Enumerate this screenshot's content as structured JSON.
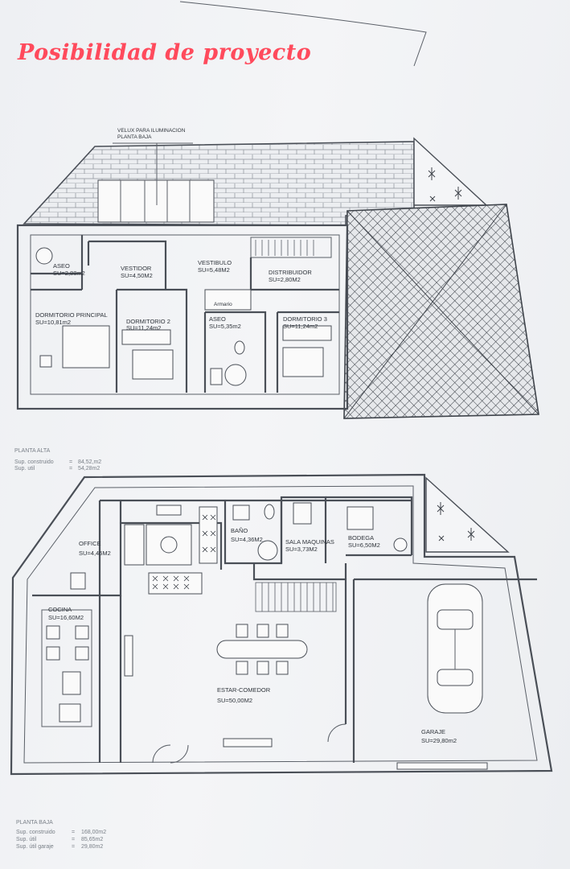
{
  "title": "Posibilidad de proyecto",
  "upper_plan": {
    "velux_note_line1": "VELUX PARA ILUMINACION",
    "velux_note_line2": "PLANTA BAJA",
    "rooms": {
      "aseo1_name": "ASEO",
      "aseo1_area": "SU=2,88m2",
      "vestidor_name": "VESTIDOR",
      "vestidor_area": "SU=4,50M2",
      "vestibulo_name": "VESTIBULO",
      "vestibulo_area": "SU=5,48M2",
      "distribuidor_name": "DISTRIBUIDOR",
      "distribuidor_area": "SU=2,80M2",
      "armario": "Armario",
      "dorm_principal_name": "DORMITORIO PRINCIPAL",
      "dorm_principal_area": "SU=10,81m2",
      "dorm2_name": "DORMITORIO 2",
      "dorm2_area": "SU=11,24m2",
      "aseo2_name": "ASEO",
      "aseo2_area": "SU=5,35m2",
      "dorm3_name": "DORMITORIO 3",
      "dorm3_area": "SU=11,24m2"
    },
    "summary": {
      "heading": "PLANTA ALTA",
      "row1_label": "Sup. construido",
      "row1_eq": "=",
      "row1_value": "84,52,m2",
      "row2_label": "Sup. util",
      "row2_eq": "=",
      "row2_value": "54,28m2"
    }
  },
  "lower_plan": {
    "rooms": {
      "office_name": "OFFICE",
      "office_area": "SU=4,45M2",
      "bano_name": "BAÑO",
      "bano_area": "SU=4,36M2",
      "sala_name": "SALA MAQUINAS",
      "sala_area": "SU=3,73M2",
      "bodega_name": "BODEGA",
      "bodega_area": "SU=6,50M2",
      "cocina_name": "COCINA",
      "cocina_area": "SU=16,60M2",
      "estar_name": "ESTAR-COMEDOR",
      "estar_area": "SU=50,00M2",
      "garaje_name": "GARAJE",
      "garaje_area": "SU=29,80m2"
    },
    "summary": {
      "heading": "PLANTA BAJA",
      "row1_label": "Sup. construido",
      "row1_eq": "=",
      "row1_value": "168,00m2",
      "row2_label": "Sup. útil",
      "row2_eq": "=",
      "row2_value": "85,65m2",
      "row3_label": "Sup. útil garaje",
      "row3_eq": "=",
      "row3_value": "29,80m2"
    }
  },
  "colors": {
    "title": "#ff4a5c",
    "line": "#4a4f57",
    "paper": "#f2f3f5"
  }
}
